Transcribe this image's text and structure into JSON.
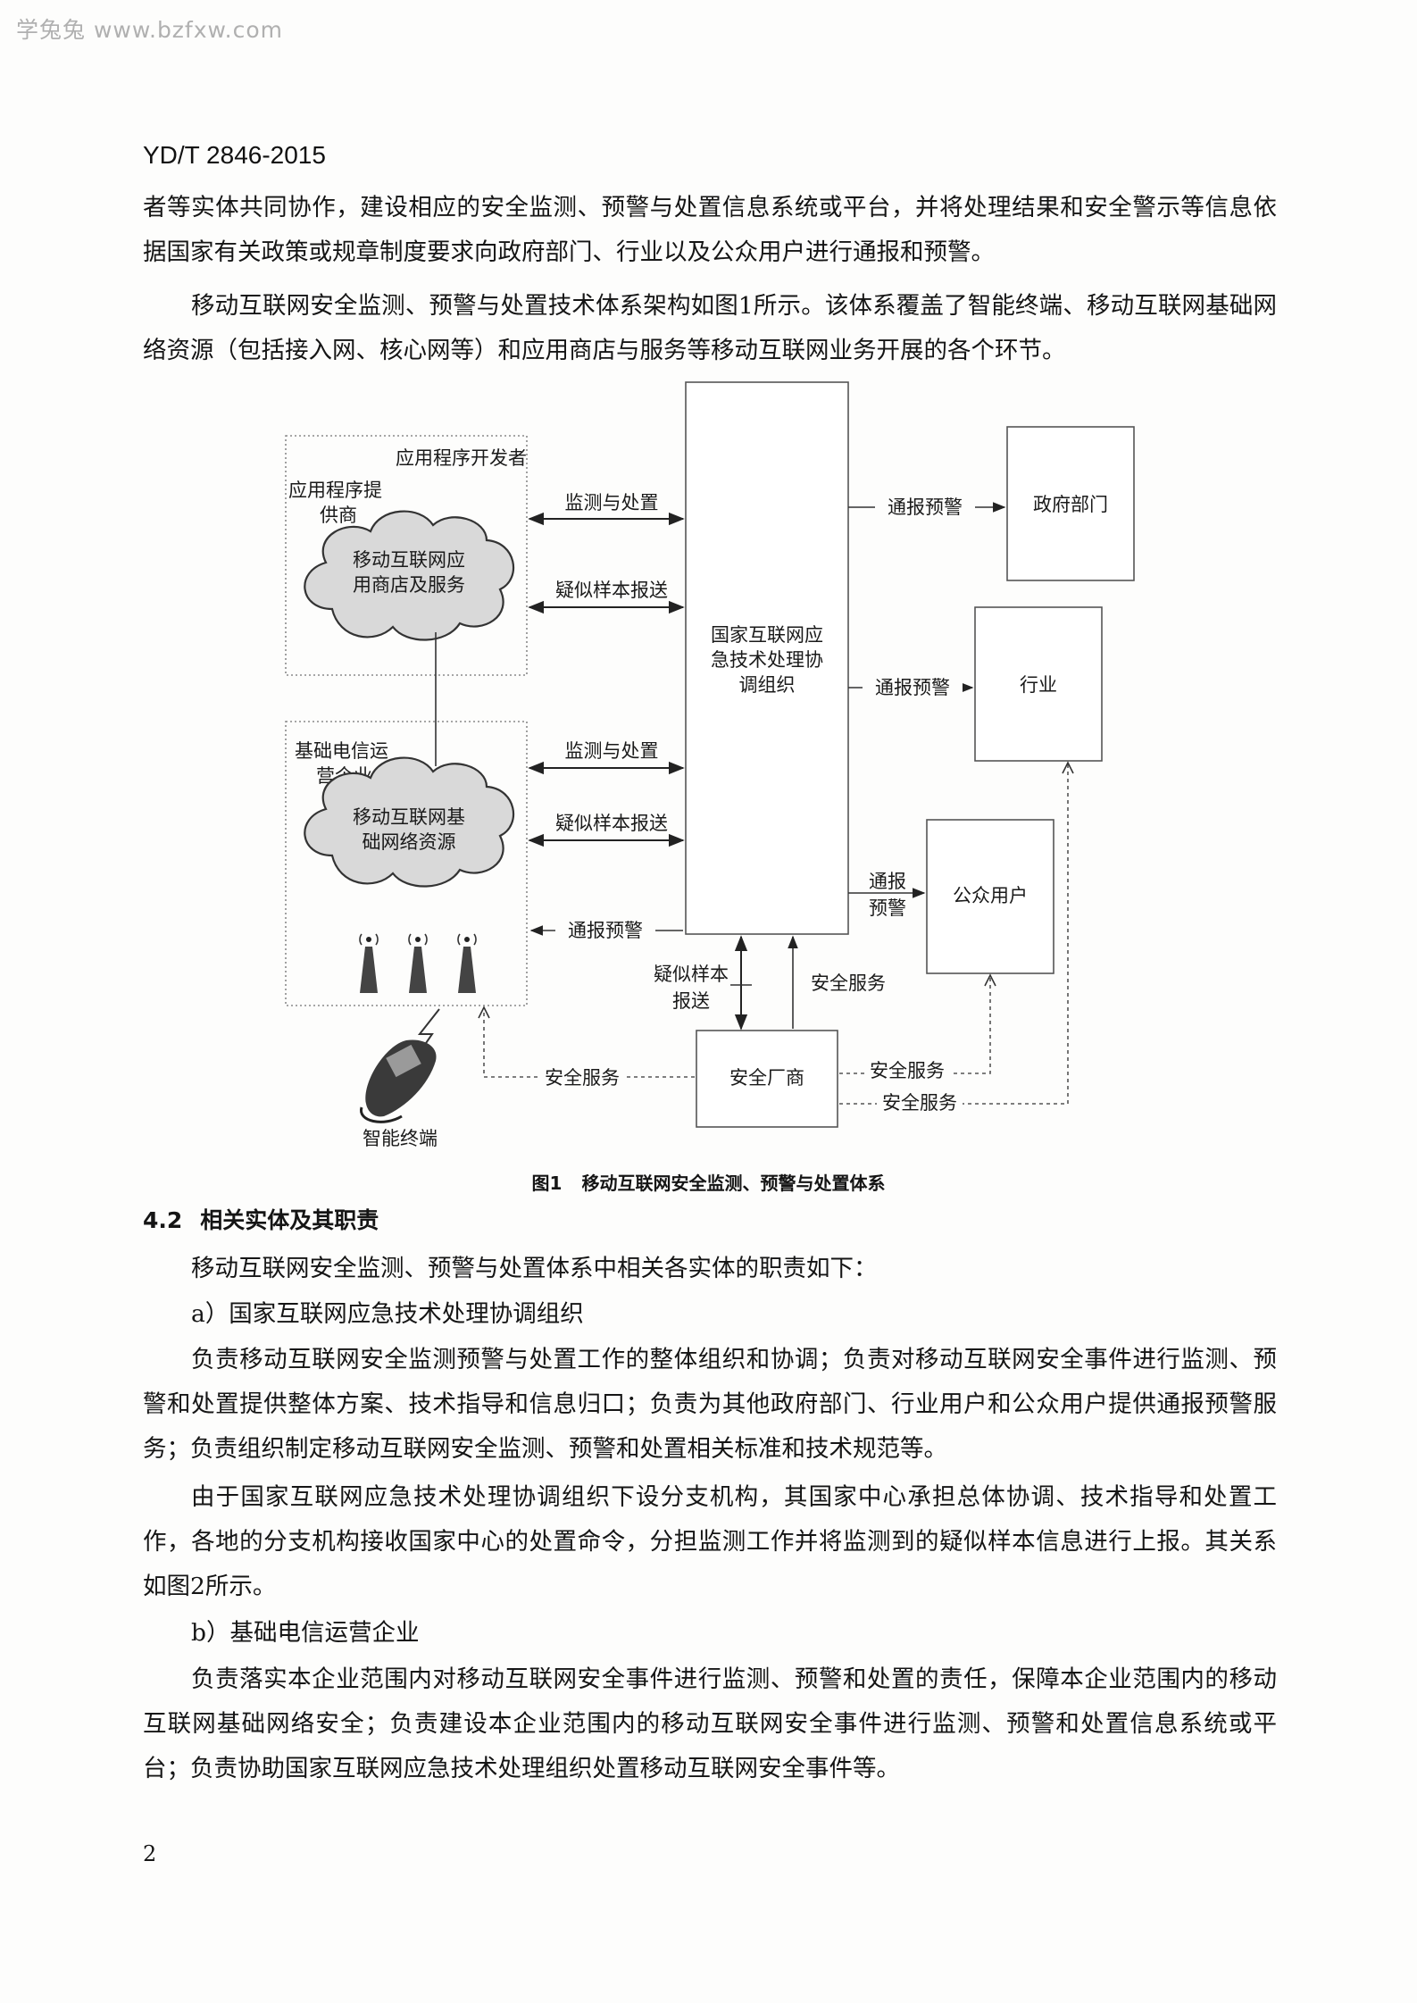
{
  "watermark": "学兔兔 www.bzfxw.com",
  "doc_code": "YD/T 2846-2015",
  "intro_paragraph_1": "者等实体共同协作，建设相应的安全监测、预警与处置信息系统或平台，并将处理结果和安全警示等信息依据国家有关政策或规章制度要求向政府部门、行业以及公众用户进行通报和预警。",
  "intro_paragraph_2": "移动互联网安全监测、预警与处置技术体系架构如图1所示。该体系覆盖了智能终端、移动互联网基础网络资源（包括接入网、核心网等）和应用商店与服务等移动互联网业务开展的各个环节。",
  "figure": {
    "app_developer": "应用程序开发者",
    "app_provider": [
      "应用程序提",
      "供商"
    ],
    "app_store_cloud": [
      "移动互联网应",
      "用商店及服务"
    ],
    "operator": [
      "基础电信运",
      "营企业"
    ],
    "network_cloud": [
      "移动互联网基",
      "础网络资源"
    ],
    "center": [
      "国家互联网应",
      "急技术处理协",
      "调组织"
    ],
    "gov": "政府部门",
    "industry": "行业",
    "public": "公众用户",
    "vendor": "安全厂商",
    "terminal": "智能终端",
    "monitor_dispose": "监测与处置",
    "suspect_report": "疑似样本报送",
    "notify_warn": "通报预警",
    "notify_two_lines": [
      "通报",
      "预警"
    ],
    "suspect_report_lines": [
      "疑似样本",
      "报送"
    ],
    "security_service": "安全服务",
    "caption_number": "图1",
    "caption_title": "移动互联网安全监测、预警与处置体系"
  },
  "section_4_2": {
    "number": "4.2",
    "title": "相关实体及其职责",
    "lead": "移动互联网安全监测、预警与处置体系中相关各实体的职责如下：",
    "item_a_label": "a）国家互联网应急技术处理协调组织",
    "item_a_para_1": "负责移动互联网安全监测预警与处置工作的整体组织和协调；负责对移动互联网安全事件进行监测、预警和处置提供整体方案、技术指导和信息归口；负责为其他政府部门、行业用户和公众用户提供通报预警服务；负责组织制定移动互联网安全监测、预警和处置相关标准和技术规范等。",
    "item_a_para_2": "由于国家互联网应急技术处理协调组织下设分支机构，其国家中心承担总体协调、技术指导和处置工作，各地的分支机构接收国家中心的处置命令，分担监测工作并将监测到的疑似样本信息进行上报。其关系如图2所示。",
    "item_b_label": "b）基础电信运营企业",
    "item_b_para": "负责落实本企业范围内对移动互联网安全事件进行监测、预警和处置的责任，保障本企业范围内的移动互联网基础网络安全；负责建设本企业范围内的移动互联网安全事件进行监测、预警和处置信息系统或平台；负责协助国家互联网应急技术处理组织处置移动互联网安全事件等。"
  },
  "page_number": "2"
}
